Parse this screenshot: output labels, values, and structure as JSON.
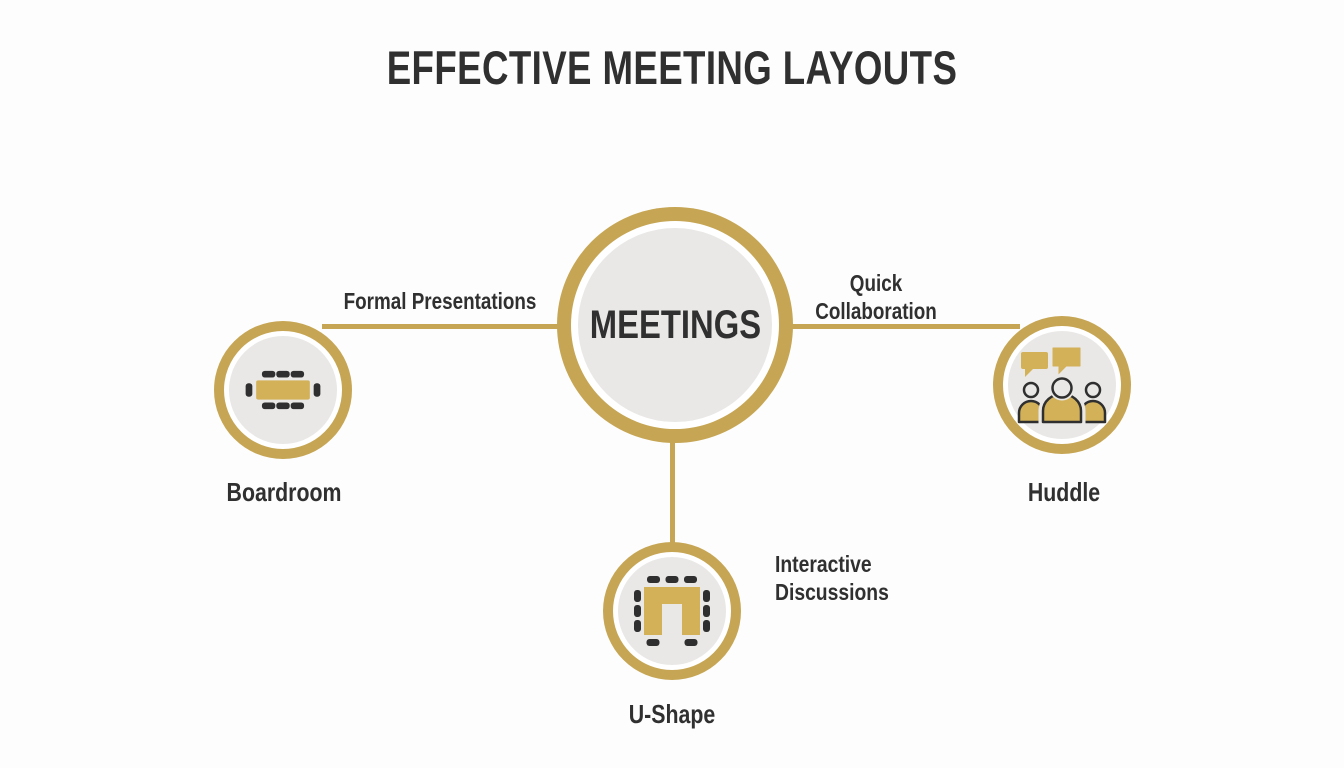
{
  "title": "EFFECTIVE MEETING LAYOUTS",
  "center": {
    "label": "MEETINGS"
  },
  "branches": [
    {
      "position": "left",
      "connection_label": "Formal Presentations",
      "node_label": "Boardroom",
      "icon": "boardroom-table-icon"
    },
    {
      "position": "right",
      "connection_label": "Quick Collaboration",
      "node_label": "Huddle",
      "icon": "huddle-people-icon"
    },
    {
      "position": "bottom",
      "connection_label": "Interactive Discussions",
      "node_label": "U-Shape",
      "icon": "u-shape-table-icon"
    }
  ],
  "colors": {
    "gold": "#c6a654",
    "icon_gold": "#d2b159",
    "node_fill": "#e9e8e6",
    "chair": "#2f2f2f",
    "text": "#303030",
    "background": "#fdfdfd"
  }
}
